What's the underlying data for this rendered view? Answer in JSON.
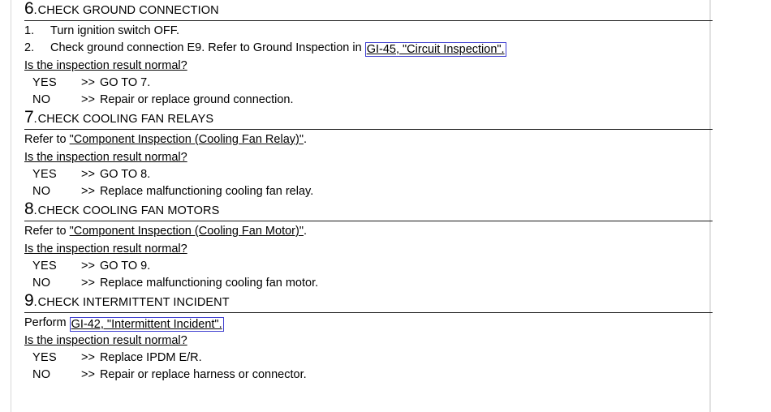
{
  "document": {
    "type": "diagnostic-procedure",
    "link_box_color": "#4040d0",
    "rule_color": "#1a1a1a"
  },
  "steps": [
    {
      "number": "6",
      "dot": ".",
      "title": "CHECK GROUND CONNECTION",
      "procedure": [
        {
          "num": "1.",
          "text": "Turn ignition switch OFF."
        },
        {
          "num": "2.",
          "pre": "Check ground connection E9. Refer to Ground Inspection in",
          "link": "GI-45, \"Circuit Inspection\".",
          "link_style": "boxed",
          "post": ""
        }
      ],
      "question": "Is the inspection result normal?",
      "answers": [
        {
          "key": "YES",
          "arrow": ">>",
          "text": "GO TO 7."
        },
        {
          "key": "NO",
          "arrow": ">>",
          "text": "Repair or replace ground connection."
        }
      ]
    },
    {
      "number": "7",
      "dot": ".",
      "title": "CHECK COOLING FAN RELAYS",
      "refer": {
        "pre": "Refer to",
        "link": "\"Component Inspection (Cooling Fan Relay)\"",
        "link_style": "plain",
        "post": "."
      },
      "question": "Is the inspection result normal?",
      "answers": [
        {
          "key": "YES",
          "arrow": ">>",
          "text": "GO TO 8."
        },
        {
          "key": "NO",
          "arrow": ">>",
          "text": "Replace malfunctioning cooling fan relay."
        }
      ]
    },
    {
      "number": "8",
      "dot": ".",
      "title": "CHECK COOLING FAN MOTORS",
      "refer": {
        "pre": "Refer to",
        "link": "\"Component Inspection (Cooling Fan Motor)\"",
        "link_style": "plain",
        "post": "."
      },
      "question": "Is the inspection result normal?",
      "answers": [
        {
          "key": "YES",
          "arrow": ">>",
          "text": "GO TO 9."
        },
        {
          "key": "NO",
          "arrow": ">>",
          "text": "Replace malfunctioning cooling fan motor."
        }
      ]
    },
    {
      "number": "9",
      "dot": ".",
      "title": "CHECK INTERMITTENT INCIDENT",
      "refer": {
        "pre": "Perform",
        "link": "GI-42, \"Intermittent Incident\".",
        "link_style": "boxed",
        "post": ""
      },
      "question": "Is the inspection result normal?",
      "answers": [
        {
          "key": "YES",
          "arrow": ">>",
          "text": "Replace IPDM E/R."
        },
        {
          "key": "NO",
          "arrow": ">>",
          "text": "Repair or replace harness or connector."
        }
      ]
    }
  ]
}
